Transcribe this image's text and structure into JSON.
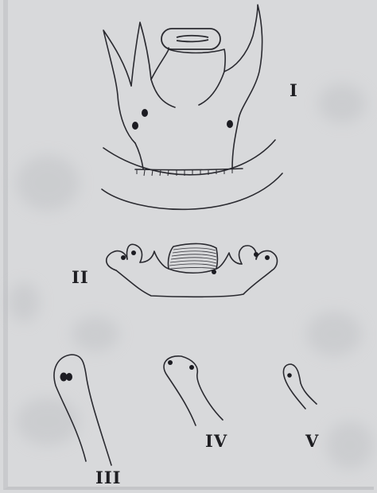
{
  "figure_labels": {
    "fig1": "I",
    "fig2": "II",
    "fig3": "III",
    "fig4": "IV",
    "fig5": "V"
  },
  "colors": {
    "background": "#d8d9db",
    "ink": "#2a2a30"
  }
}
